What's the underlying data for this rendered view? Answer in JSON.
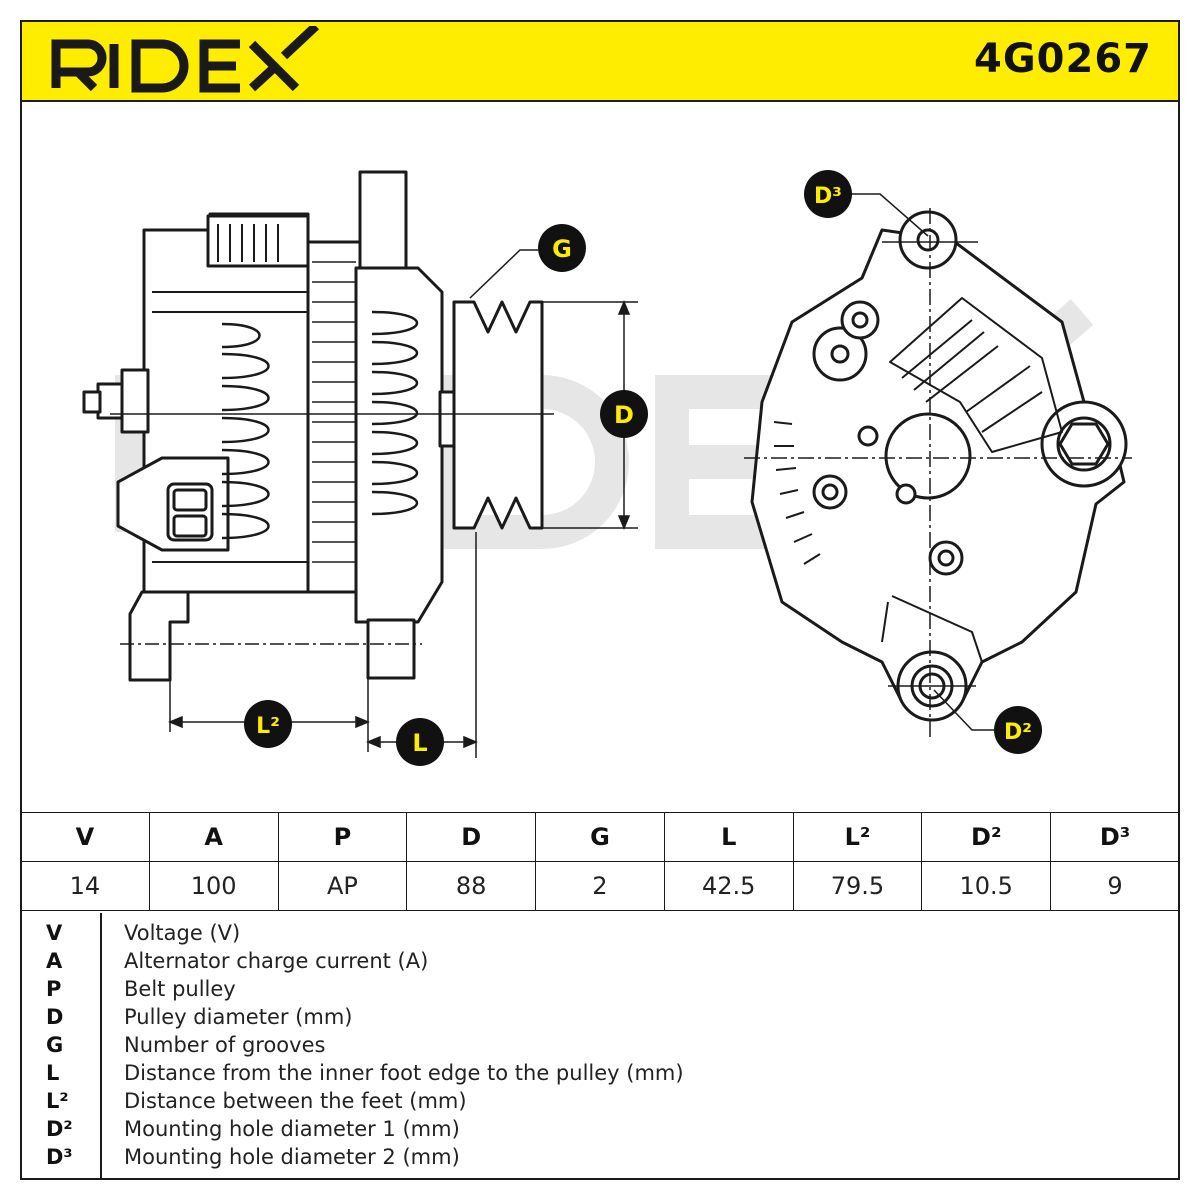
{
  "brand": "RIDEX",
  "part_number": "4G0267",
  "callouts": {
    "g": "G",
    "d": "D",
    "l": "L",
    "l2": "L²",
    "d2": "D²",
    "d3": "D³"
  },
  "table": {
    "headers": [
      "V",
      "A",
      "P",
      "D",
      "G",
      "L",
      "L²",
      "D²",
      "D³"
    ],
    "values": [
      "14",
      "100",
      "AP",
      "88",
      "2",
      "42.5",
      "79.5",
      "10.5",
      "9"
    ]
  },
  "legend": [
    {
      "key": "V",
      "text": "Voltage (V)"
    },
    {
      "key": "A",
      "text": "Alternator charge current (A)"
    },
    {
      "key": "P",
      "text": "Belt pulley"
    },
    {
      "key": "D",
      "text": "Pulley diameter (mm)"
    },
    {
      "key": "G",
      "text": "Number of grooves"
    },
    {
      "key": "L",
      "text": "Distance from the inner foot edge to the pulley (mm)"
    },
    {
      "key": "L²",
      "text": "Distance between the feet (mm)"
    },
    {
      "key": "D²",
      "text": "Mounting hole diameter 1 (mm)"
    },
    {
      "key": "D³",
      "text": "Mounting hole diameter 2 (mm)"
    }
  ],
  "colors": {
    "brand_yellow": "#ffed00",
    "ink": "#1a1a1a",
    "watermark": "#e6e6e6"
  }
}
